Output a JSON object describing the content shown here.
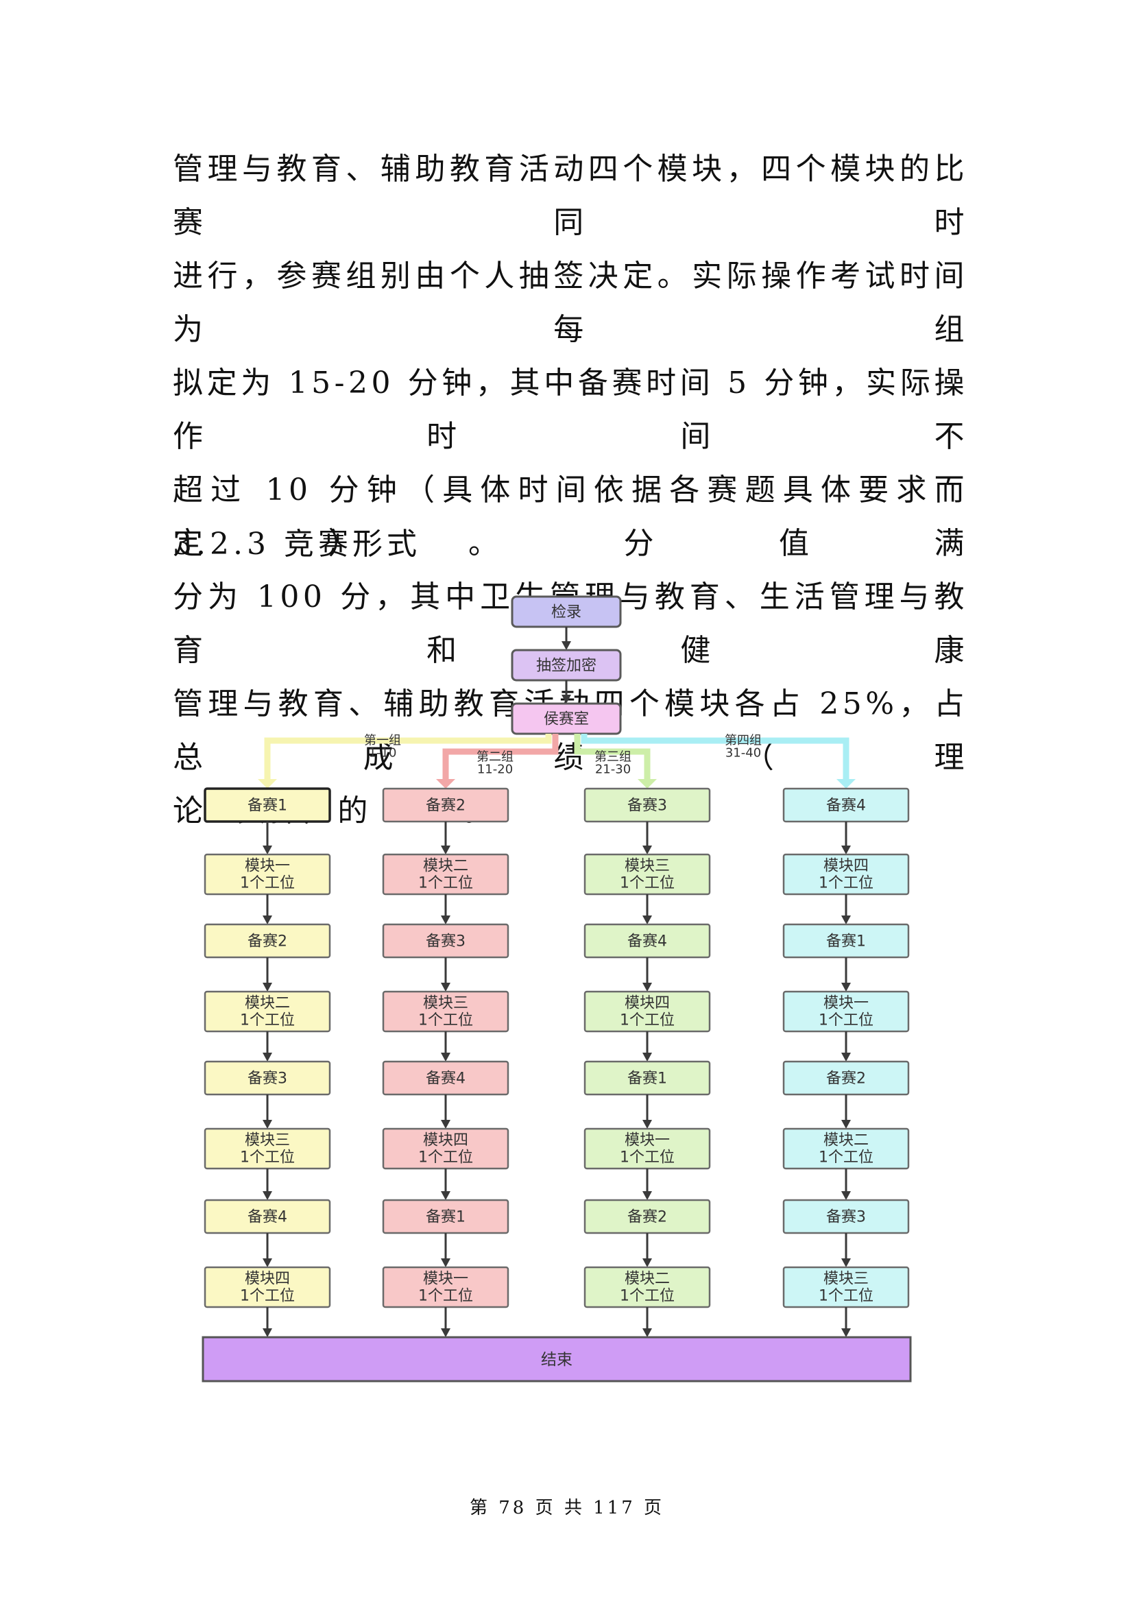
{
  "paragraph_lines": [
    "管理与教育、辅助教育活动四个模块，四个模块的比赛同时",
    "进行，参赛组别由个人抽签决定。实际操作考试时间为每组",
    "拟定为 15-20 分钟，其中备赛时间 5 分钟，实际操作时间不",
    "超过 10 分钟（具体时间依据各赛题具体要求而定）。分值满",
    "分为 100 分，其中卫生管理与教育、生活管理与教育和健康",
    "管理与教育、辅助教育活动四个模块各占 25%，占总成绩（理",
    "论+实操）的 70%。"
  ],
  "section_heading": "3.2.3 竞赛形式",
  "flowchart": {
    "top_steps": [
      {
        "label": "检录",
        "color": "#c7c3f3"
      },
      {
        "label": "抽签加密",
        "color": "#dcc3f3"
      },
      {
        "label": "侯赛室",
        "color": "#f5c6f0"
      }
    ],
    "groups": [
      {
        "label_line1": "第一组",
        "label_line2": "1-10",
        "fill": "#fbf8c4",
        "line": "#f6f4b0",
        "steps": [
          [
            "备赛1"
          ],
          [
            "模块一",
            "1个工位"
          ],
          [
            "备赛2"
          ],
          [
            "模块二",
            "1个工位"
          ],
          [
            "备赛3"
          ],
          [
            "模块三",
            "1个工位"
          ],
          [
            "备赛4"
          ],
          [
            "模块四",
            "1个工位"
          ]
        ]
      },
      {
        "label_line1": "第二组",
        "label_line2": "11-20",
        "fill": "#f8c8c8",
        "line": "#f2a7a7",
        "steps": [
          [
            "备赛2"
          ],
          [
            "模块二",
            "1个工位"
          ],
          [
            "备赛3"
          ],
          [
            "模块三",
            "1个工位"
          ],
          [
            "备赛4"
          ],
          [
            "模块四",
            "1个工位"
          ],
          [
            "备赛1"
          ],
          [
            "模块一",
            "1个工位"
          ]
        ]
      },
      {
        "label_line1": "第三组",
        "label_line2": "21-30",
        "fill": "#dff4c8",
        "line": "#cdeea8",
        "steps": [
          [
            "备赛3"
          ],
          [
            "模块三",
            "1个工位"
          ],
          [
            "备赛4"
          ],
          [
            "模块四",
            "1个工位"
          ],
          [
            "备赛1"
          ],
          [
            "模块一",
            "1个工位"
          ],
          [
            "备赛2"
          ],
          [
            "模块二",
            "1个工位"
          ]
        ]
      },
      {
        "label_line1": "第四组",
        "label_line2": "31-40",
        "fill": "#cdf6f6",
        "line": "#a9eef4",
        "steps": [
          [
            "备赛4"
          ],
          [
            "模块四",
            "1个工位"
          ],
          [
            "备赛1"
          ],
          [
            "模块一",
            "1个工位"
          ],
          [
            "备赛2"
          ],
          [
            "模块二",
            "1个工位"
          ],
          [
            "备赛3"
          ],
          [
            "模块三",
            "1个工位"
          ]
        ]
      }
    ],
    "end_label": "结束",
    "end_color": "#cf9cf5"
  },
  "footer": "第 78 页 共 117 页"
}
